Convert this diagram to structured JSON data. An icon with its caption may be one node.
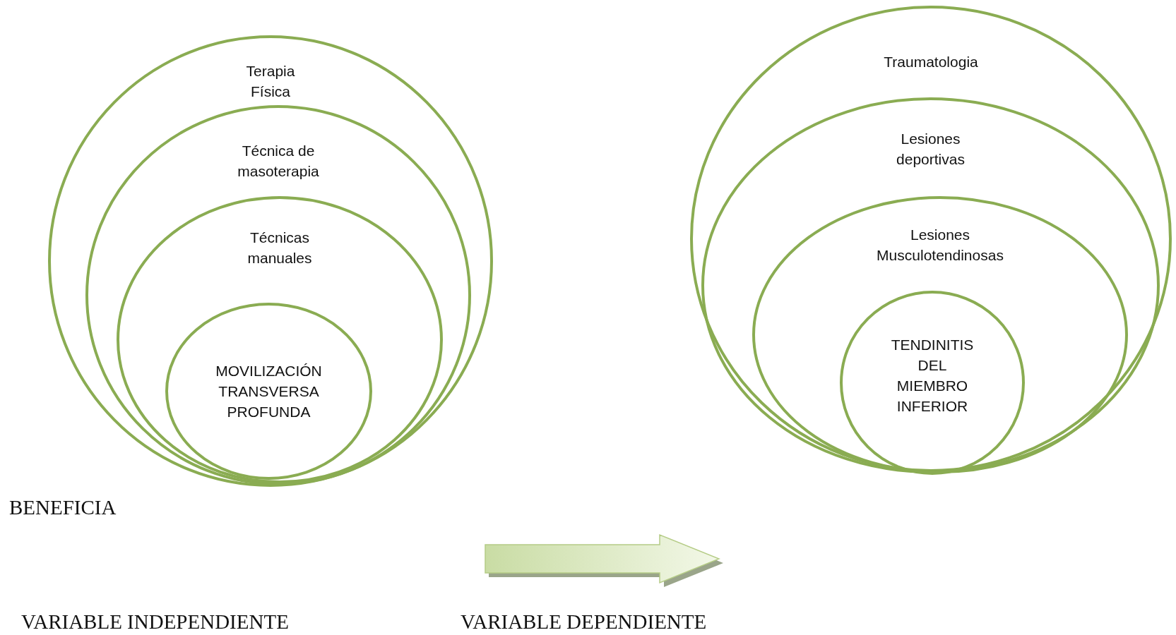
{
  "diagram": {
    "nodes": [
      {
        "text": [
          "Terapia Física"
        ]
      },
      {
        "text": [
          "Técnica de masoterapia"
        ],
        "in": 0
      },
      {
        "text": [
          "Técnicas manuales"
        ],
        "in": 1
      },
      {
        "text": [
          "MOVILIZACIÓN TRANSVERSA PROFUNDA"
        ],
        "in": 2
      },
      {
        "text": [
          "Traumatologia"
        ]
      },
      {
        "text": [
          "Lesiones deportivas"
        ],
        "in": 4
      },
      {
        "text": [
          "Lesiones Musculotendinosas"
        ],
        "in": 5
      },
      {
        "text": [
          "TENDINITIS DEL MIEMBRO INFERIOR"
        ],
        "in": 6
      }
    ],
    "edges": [],
    "labels": [
      "BENEFICIA",
      "VARIABLE INDEPENDIENTE",
      "VARIABLE DEPENDIENTE"
    ]
  }
}
